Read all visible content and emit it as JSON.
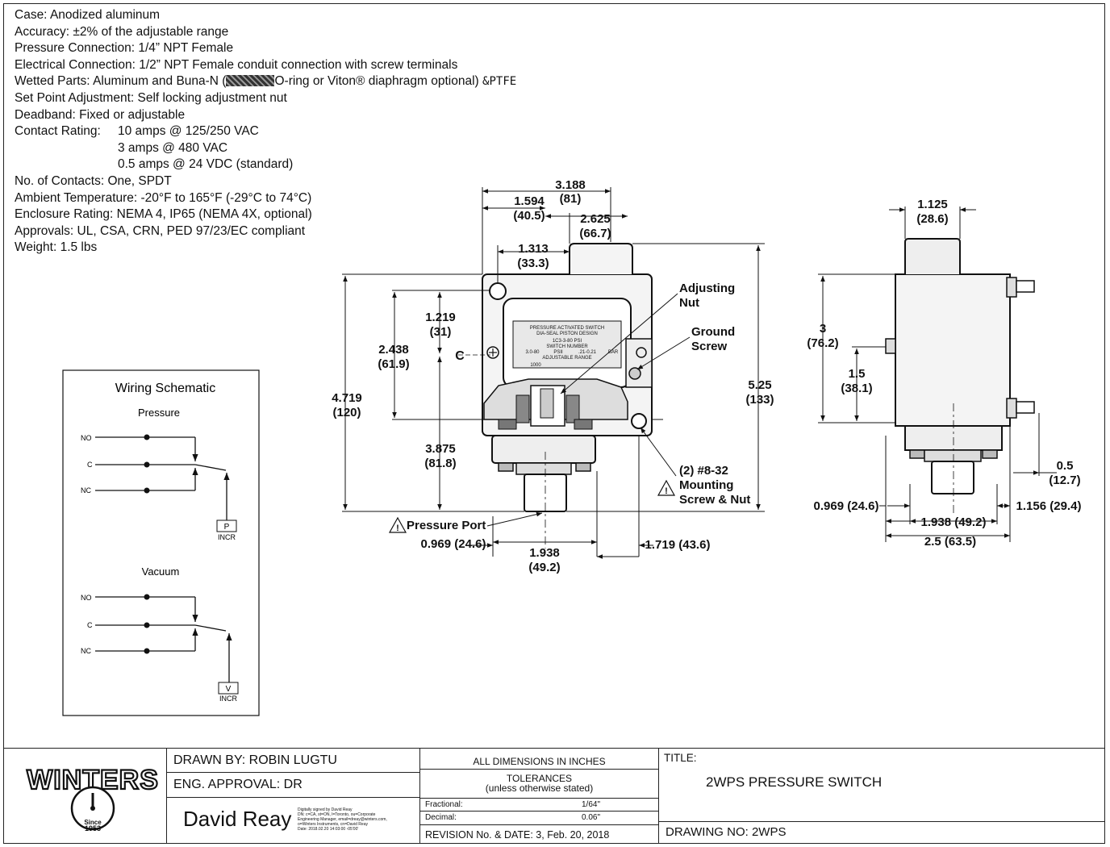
{
  "specs": {
    "case": "Case: Anodized aluminum",
    "accuracy": "Accuracy: ±2% of the adjustable range",
    "pressure_connection": "Pressure Connection: 1/4” NPT Female",
    "electrical_connection": "Electrical Connection: 1/2” NPT Female conduit connection with screw terminals",
    "wetted_parts_a": "Wetted Parts: Aluminum and Buna-N (",
    "wetted_parts_b": "O-ring or Viton® diaphragm optional) ",
    "wetted_parts_ptfe": "&PTFE",
    "set_point": "Set Point Adjustment: Self locking adjustment nut",
    "deadband": "Deadband: Fixed or adjustable",
    "contact_rating_label": "Contact Rating:",
    "contact_rating_1": "10 amps @ 125/250 VAC",
    "contact_rating_2": "3 amps @ 480 VAC",
    "contact_rating_3": "0.5 amps @ 24 VDC (standard)",
    "contacts": "No. of Contacts: One, SPDT",
    "ambient": "Ambient Temperature: -20°F to 165°F (-29°C to 74°C)",
    "enclosure": "Enclosure Rating: NEMA 4, IP65 (NEMA 4X, optional)",
    "approvals": "Approvals: UL, CSA, CRN, PED 97/23/EC compliant",
    "weight": "Weight: 1.5 lbs"
  },
  "schematic": {
    "title": "Wiring Schematic",
    "pressure_label": "Pressure",
    "vacuum_label": "Vacuum",
    "no": "NO",
    "c": "C",
    "nc": "NC",
    "p_box": "P",
    "v_box": "V",
    "incr": "INCR"
  },
  "front_view": {
    "d_3188": "3.188",
    "d_81": "(81)",
    "d_1594": "1.594",
    "d_405": "(40.5)",
    "d_2625": "2.625",
    "d_667": "(66.7)",
    "d_1313": "1.313",
    "d_333": "(33.3)",
    "d_1219": "1.219",
    "d_31": "(31)",
    "d_2438": "2.438",
    "d_619": "(61.9)",
    "d_4719": "4.719",
    "d_120": "(120)",
    "d_3875": "3.875",
    "d_818": "(81.8)",
    "d_525": "5.25",
    "d_133": "(133)",
    "d_0969": "0.969 (24.6)",
    "d_1938": "1.938",
    "d_492": "(49.2)",
    "d_1719": "1.719 (43.6)",
    "centerline": "C",
    "adjusting_1": "Adjusting",
    "adjusting_2": "Nut",
    "ground_1": "Ground",
    "ground_2": "Screw",
    "mounting_1": "(2) #8-32",
    "mounting_2": "Mounting",
    "mounting_3": "Screw & Nut",
    "pressure_port": "Pressure Port",
    "label_1": "PRESSURE ACTIVATED SWITCH",
    "label_2": "DIA-SEAL PISTON DESIGN",
    "label_3": "1C3-3-80 PSI",
    "label_4": "SWITCH NUMBER",
    "label_5a": "3.0-80",
    "label_5b": "PSII",
    "label_5c": ".21-0.21",
    "label_5d": "BAR",
    "label_6": "ADJUSTABLE RANGE",
    "label_7": "1000"
  },
  "side_view": {
    "d_1125": "1.125",
    "d_286": "(28.6)",
    "d_3": "3",
    "d_762": "(76.2)",
    "d_15": "1.5",
    "d_381": "(38.1)",
    "d_05": "0.5",
    "d_127": "(12.7)",
    "d_0969": "0.969 (24.6)",
    "d_1938": "1.938 (49.2)",
    "d_1156": "1.156 (29.4)",
    "d_25": "2.5 (63.5)"
  },
  "title_block": {
    "logo": "WINTERS",
    "since": "Since",
    "year": "1953",
    "drawn_by": "DRAWN BY: ROBIN LUGTU",
    "eng_approval": "ENG. APPROVAL: DR",
    "signature": "David Reay",
    "sig_note_1": "Digitally signed by David Reay",
    "sig_note_2": "DN: c=CA, st=ON, l=Toronto, ou=Corporate",
    "sig_note_3": "Engineering Manager, email=dreay@winters.com,",
    "sig_note_4": "o=Winters Instruments, cn=David Reay",
    "sig_note_5": "Date: 2018.02.20 14:03:00 -05'00'",
    "all_dims": "ALL DIMENSIONS IN INCHES",
    "tolerances": "TOLERANCES",
    "unless": "(unless otherwise stated)",
    "fractional_label": "Fractional:",
    "fractional_value": "1/64\"",
    "decimal_label": "Decimal:",
    "decimal_value": "0.06\"",
    "revision": "REVISION No. & DATE:  3, Feb. 20, 2018",
    "title_label": "TITLE:",
    "title_value": "2WPS PRESSURE SWITCH",
    "drawing_no": "DRAWING NO: 2WPS"
  }
}
